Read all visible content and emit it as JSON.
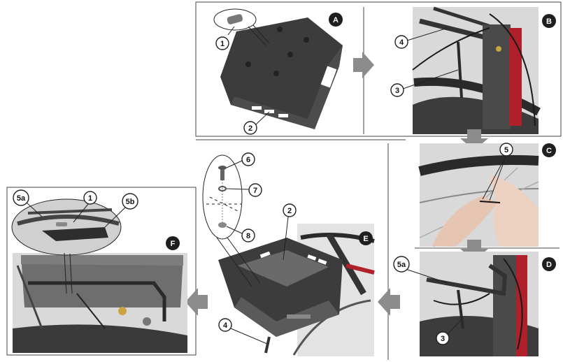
{
  "panels": {
    "A": {
      "label": "A",
      "callouts": [
        "1",
        "2"
      ]
    },
    "B": {
      "label": "B",
      "callouts": [
        "4",
        "3"
      ]
    },
    "C": {
      "label": "C",
      "callouts": [
        "5"
      ]
    },
    "D": {
      "label": "D",
      "callouts": [
        "5a",
        "3"
      ]
    },
    "E": {
      "label": "E",
      "callouts": [
        "6",
        "7",
        "8",
        "2",
        "4"
      ]
    },
    "F": {
      "label": "F",
      "callouts": [
        "5a",
        "1",
        "5b"
      ]
    }
  },
  "icons": {
    "step_arrow": "arrow-icon"
  }
}
